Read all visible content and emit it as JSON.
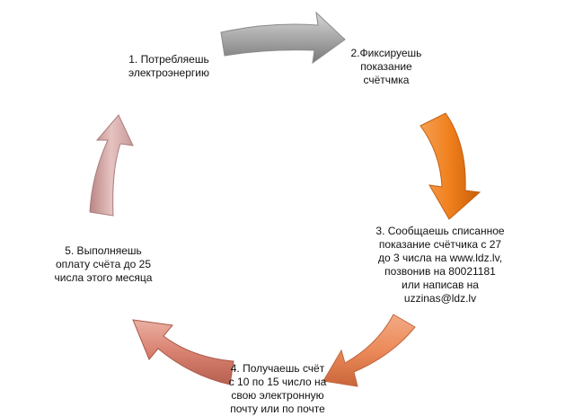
{
  "colors": {
    "arrow_1_gray": "#9e9e9e",
    "arrow_2_orange": "#f07f1c",
    "arrow_3_orange_light": "#ec8a5a",
    "arrow_4_salmon": "#d98170",
    "arrow_5_pink": "#d9a6a4",
    "background": "#ffffff",
    "text": "#111111"
  },
  "steps": [
    {
      "lines": [
        "1. Потребляешь",
        "электроэнергию"
      ]
    },
    {
      "lines": [
        "2.Фиксируешь",
        "показание",
        "счётчмка"
      ]
    },
    {
      "lines": [
        "3. Сообщаешь списанное",
        "показание счётчика с 27",
        "до 3 числа на  www.ldz.lv,",
        "позвонив на  80021181",
        "или написав на",
        "uzzinas@ldz.lv"
      ]
    },
    {
      "lines": [
        "4. Получаешь счёт",
        "с 10 по 15 число на",
        "свою  электронную",
        "почту или по почте"
      ]
    },
    {
      "lines": [
        "5. Выполняешь",
        "оплату счёта до 25",
        "числа этого месяца"
      ]
    }
  ]
}
